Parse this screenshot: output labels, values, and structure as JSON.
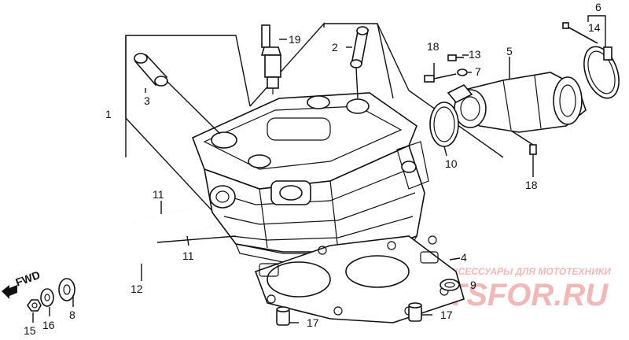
{
  "diagram": {
    "parts": {
      "p1": "1",
      "p2": "2",
      "p3": "3",
      "p4": "4",
      "p5": "5",
      "p6": "6",
      "p7": "7",
      "p8": "8",
      "p9": "9",
      "p10": "10",
      "p11a": "11",
      "p11b": "11",
      "p12": "12",
      "p13": "13",
      "p14": "14",
      "p15": "15",
      "p16": "16",
      "p17a": "17",
      "p17b": "17",
      "p18a": "18",
      "p18b": "18",
      "p19": "19"
    },
    "fwd_label": "FWD"
  },
  "watermark": {
    "tagline": "ЗАПЧАСТИ И АКСЕССУАРЫ ДЛЯ МОТОТЕХНИКИ",
    "brand": "PARTSFOR.RU"
  }
}
